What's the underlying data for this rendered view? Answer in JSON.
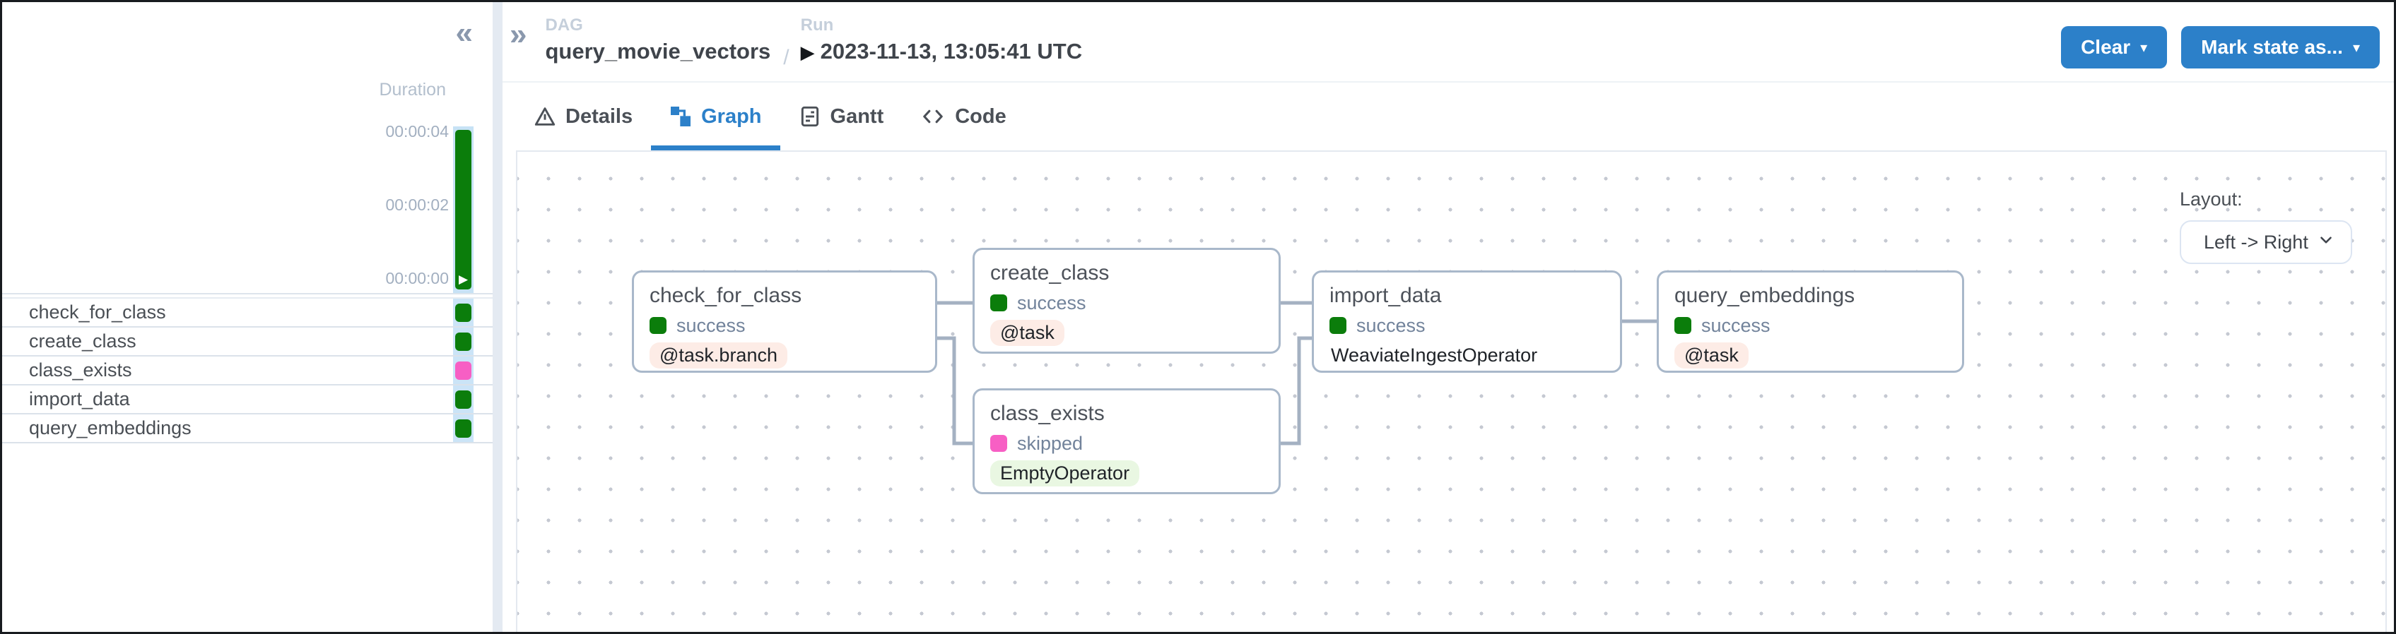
{
  "icons": {
    "collapse": "«",
    "expand": "»",
    "caret": "▾",
    "play": "▶"
  },
  "colors": {
    "accent": "#2c80c9",
    "success": "#0b7d0b",
    "skipped": "#f75fc4",
    "badge_task_bg": "#fdece6",
    "badge_empty_bg": "#e9f7e2",
    "status_text": "#72839b"
  },
  "sidebar": {
    "duration_label": "Duration",
    "ticks": [
      "00:00:04",
      "00:00:02",
      "00:00:00"
    ],
    "duration_bar": {
      "status": "success",
      "color": "#0b7d0b"
    },
    "tasks": [
      {
        "name": "check_for_class",
        "status": "success",
        "color": "#0b7d0b"
      },
      {
        "name": "create_class",
        "status": "success",
        "color": "#0b7d0b"
      },
      {
        "name": "class_exists",
        "status": "skipped",
        "color": "#f75fc4"
      },
      {
        "name": "import_data",
        "status": "success",
        "color": "#0b7d0b"
      },
      {
        "name": "query_embeddings",
        "status": "success",
        "color": "#0b7d0b"
      }
    ]
  },
  "header": {
    "dag_label": "DAG",
    "dag_name": "query_movie_vectors",
    "separator": "/",
    "run_label": "Run",
    "run_value": "2023-11-13, 13:05:41 UTC",
    "buttons": [
      {
        "label": "Clear"
      },
      {
        "label": "Mark state as..."
      }
    ]
  },
  "tabs": [
    {
      "label": "Details",
      "active": false
    },
    {
      "label": "Graph",
      "active": true
    },
    {
      "label": "Gantt",
      "active": false
    },
    {
      "label": "Code",
      "active": false
    }
  ],
  "graph": {
    "layout_label": "Layout:",
    "layout_value": "Left -> Right",
    "nodes": [
      {
        "title": "check_for_class",
        "status": "success",
        "status_color": "#0b7d0b",
        "operator": "@task.branch",
        "operator_bg": "#fdece6"
      },
      {
        "title": "create_class",
        "status": "success",
        "status_color": "#0b7d0b",
        "operator": "@task",
        "operator_bg": "#fdece6"
      },
      {
        "title": "class_exists",
        "status": "skipped",
        "status_color": "#f75fc4",
        "operator": "EmptyOperator",
        "operator_bg": "#e9f7e2"
      },
      {
        "title": "import_data",
        "status": "success",
        "status_color": "#0b7d0b",
        "operator": "WeaviateIngestOperator",
        "operator_bg": "transparent"
      },
      {
        "title": "query_embeddings",
        "status": "success",
        "status_color": "#0b7d0b",
        "operator": "@task",
        "operator_bg": "#fdece6"
      }
    ],
    "edges": [
      {
        "from": "check_for_class",
        "to": "create_class"
      },
      {
        "from": "check_for_class",
        "to": "class_exists"
      },
      {
        "from": "create_class",
        "to": "import_data"
      },
      {
        "from": "class_exists",
        "to": "import_data"
      },
      {
        "from": "import_data",
        "to": "query_embeddings"
      }
    ]
  }
}
